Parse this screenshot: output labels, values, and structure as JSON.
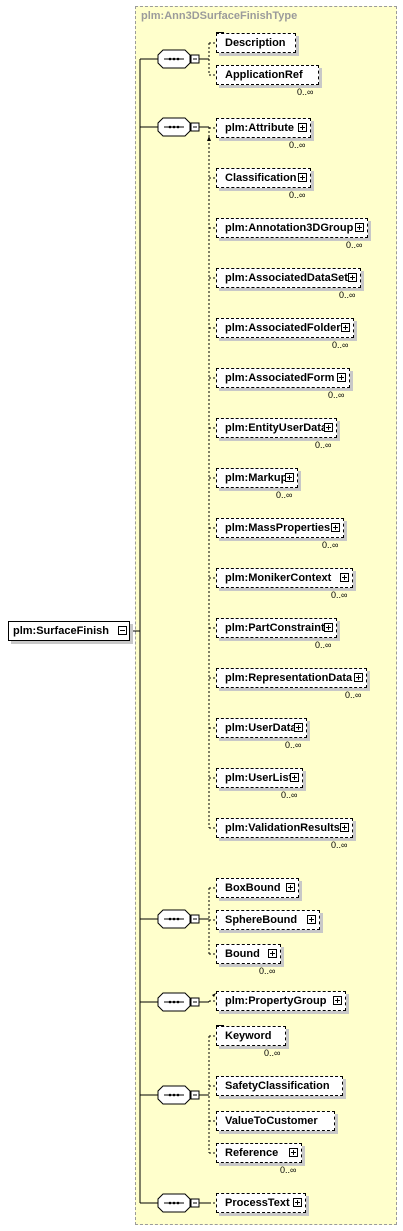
{
  "type_name": "plm:Ann3DSurfaceFinishType",
  "root_element": "plm:SurfaceFinish",
  "colors": {
    "type_box_fill": "#ffffcc",
    "type_box_border": "#9b9b9b",
    "shadow": "#c8c8c8"
  },
  "groups": [
    {
      "name": "sequence-1",
      "elements": [
        {
          "label": "Description",
          "expand": false,
          "card": "",
          "doc": true
        },
        {
          "label": "ApplicationRef",
          "expand": false,
          "card": "0..∞"
        }
      ]
    },
    {
      "name": "sequence-2",
      "elements": [
        {
          "label": "plm:Attribute",
          "expand": true,
          "card": "0..∞"
        },
        {
          "label": "Classification",
          "expand": true,
          "card": "0..∞"
        },
        {
          "label": "plm:Annotation3DGroup",
          "expand": true,
          "card": "0..∞"
        },
        {
          "label": "plm:AssociatedDataSet",
          "expand": true,
          "card": "0..∞"
        },
        {
          "label": "plm:AssociatedFolder",
          "expand": true,
          "card": "0..∞"
        },
        {
          "label": "plm:AssociatedForm",
          "expand": true,
          "card": "0..∞"
        },
        {
          "label": "plm:EntityUserData",
          "expand": true,
          "card": "0..∞"
        },
        {
          "label": "plm:Markup",
          "expand": true,
          "card": "0..∞"
        },
        {
          "label": "plm:MassProperties",
          "expand": true,
          "card": "0..∞"
        },
        {
          "label": "plm:MonikerContext",
          "expand": true,
          "card": "0..∞"
        },
        {
          "label": "plm:PartConstraints",
          "expand": true,
          "card": "0..∞"
        },
        {
          "label": "plm:RepresentationData",
          "expand": true,
          "card": "0..∞"
        },
        {
          "label": "plm:UserData",
          "expand": true,
          "card": "0..∞"
        },
        {
          "label": "plm:UserList",
          "expand": true,
          "card": "0..∞"
        },
        {
          "label": "plm:ValidationResults",
          "expand": true,
          "card": "0..∞"
        }
      ]
    },
    {
      "name": "sequence-3",
      "elements": [
        {
          "label": "BoxBound",
          "expand": true,
          "card": ""
        },
        {
          "label": "SphereBound",
          "expand": true,
          "card": ""
        },
        {
          "label": "Bound",
          "expand": true,
          "card": "0..∞"
        }
      ]
    },
    {
      "name": "sequence-4",
      "elements": [
        {
          "label": "plm:PropertyGroup",
          "expand": true,
          "card": ""
        }
      ]
    },
    {
      "name": "sequence-5",
      "elements": [
        {
          "label": "Keyword",
          "expand": false,
          "card": "0..∞",
          "doc": true
        },
        {
          "label": "SafetyClassification",
          "expand": false,
          "card": ""
        },
        {
          "label": "ValueToCustomer",
          "expand": false,
          "card": ""
        },
        {
          "label": "Reference",
          "expand": true,
          "card": "0..∞"
        }
      ]
    },
    {
      "name": "sequence-6",
      "elements": [
        {
          "label": "ProcessText",
          "expand": true,
          "card": ""
        }
      ]
    }
  ]
}
